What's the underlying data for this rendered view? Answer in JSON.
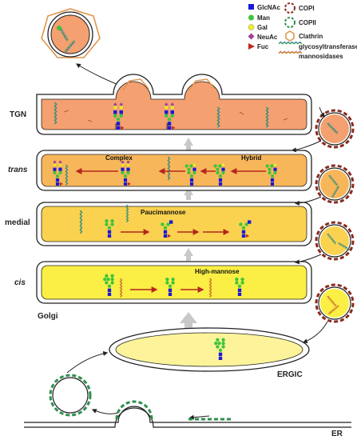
{
  "legend": {
    "glcnac": "GlcNAc",
    "man": "Man",
    "gal": "Gal",
    "neuac": "NeuAc",
    "fuc": "Fuc",
    "copi": "COPI",
    "copii": "COPII",
    "clathrin": "Clathrin",
    "glycosyltransferases": "glycosyltransferases",
    "mannosidases": "mannosidases"
  },
  "compartments": {
    "tgn": "TGN",
    "trans": "trans",
    "medial": "medial",
    "cis": "cis",
    "golgi": "Golgi",
    "ergic": "ERGIC",
    "er": "ER"
  },
  "glycan_types": {
    "complex": "Complex",
    "hybrid": "Hybrid",
    "paucimannose": "Paucimannose",
    "high_mannose": "High-mannose"
  },
  "colors": {
    "glcnac": "#1a1ad6",
    "man": "#3cc43c",
    "gal": "#f2ef1e",
    "neuac": "#a0409c",
    "fuc": "#c0281e",
    "tgn_fill": "#f4a070",
    "trans_fill": "#f8b65a",
    "medial_fill": "#fad250",
    "cis_fill": "#fbef46",
    "ergic_fill": "#fcf39a",
    "arrow_red": "#b5261e",
    "copi": "#8b2a1e",
    "copii": "#2f8f4e",
    "clathrin": "#e0944a"
  }
}
